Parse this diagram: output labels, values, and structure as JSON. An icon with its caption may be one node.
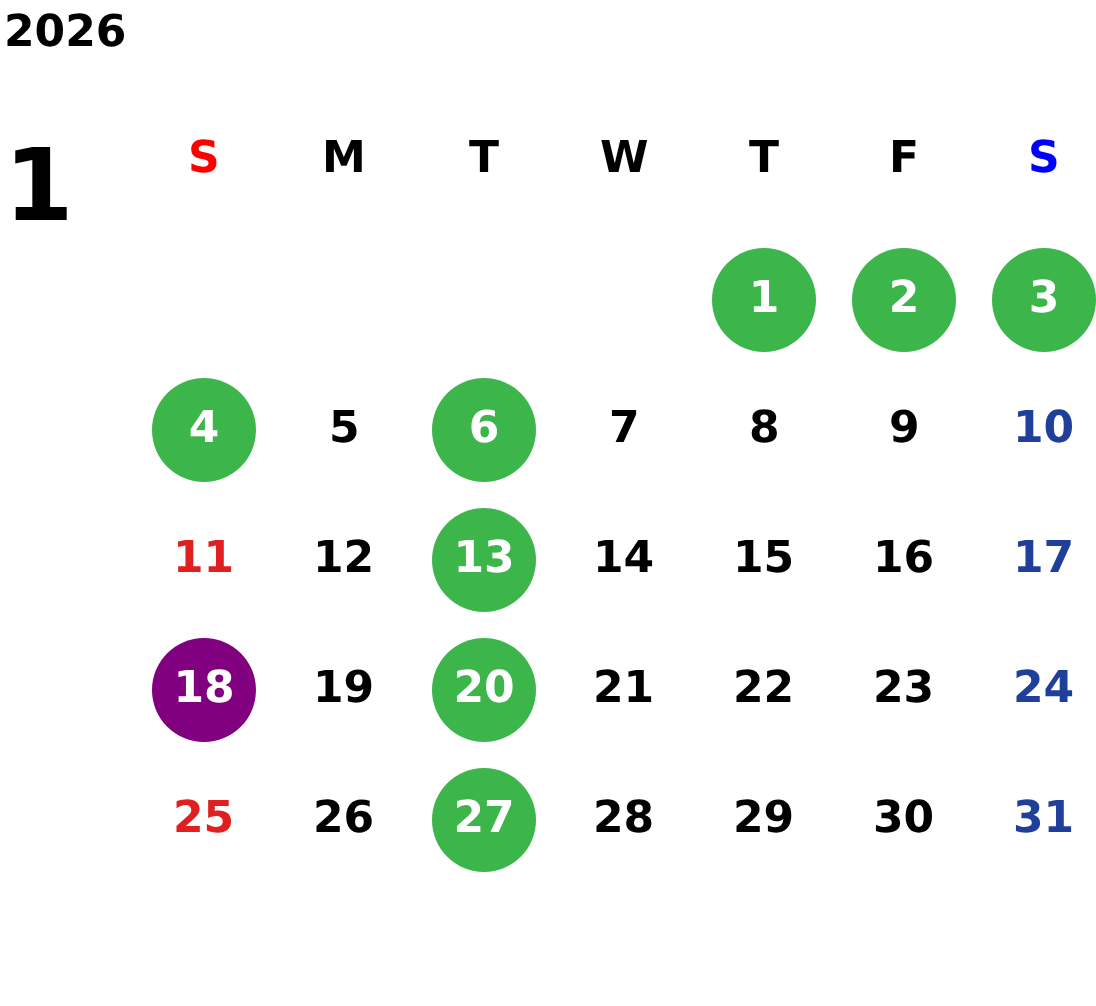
{
  "diagram": {
    "title": "2026",
    "nodes": [
      {
        "text": [
          "1"
        ]
      },
      {
        "text": [
          "2"
        ]
      },
      {
        "text": [
          "3"
        ]
      },
      {
        "text": [
          "4"
        ]
      },
      {
        "text": [
          "6"
        ]
      },
      {
        "text": [
          "13"
        ]
      },
      {
        "text": [
          "18"
        ]
      },
      {
        "text": [
          "20"
        ]
      },
      {
        "text": [
          "27"
        ]
      }
    ],
    "labels": [
      "1",
      "S",
      "M",
      "T",
      "W",
      "T",
      "F",
      "S",
      "5",
      "7",
      "8",
      "9",
      "10",
      "11",
      "12",
      "14",
      "15",
      "16",
      "17",
      "19",
      "21",
      "22",
      "23",
      "24",
      "25",
      "26",
      "28",
      "29",
      "30",
      "31"
    ]
  }
}
